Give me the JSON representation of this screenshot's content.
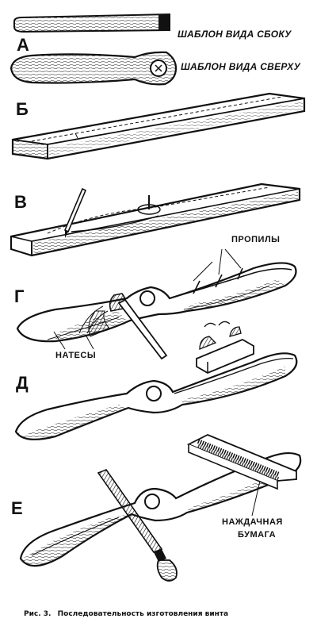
{
  "labels": {
    "template_side": "ШАБЛОН ВИДА СБОКУ",
    "template_top": "ШАБЛОН ВИДА СВЕРХУ",
    "cuts": "ПРОПИЛЫ",
    "hewn": "НАТЕСЫ",
    "sandpaper_1": "НАЖДАЧНАЯ",
    "sandpaper_2": "БУМАГА"
  },
  "steps": {
    "a": "А",
    "b": "Б",
    "v": "В",
    "g": "Г",
    "d": "Д",
    "e": "Е"
  },
  "caption": {
    "fig": "Рис. 3.",
    "text": "Последовательность изготовления винта"
  }
}
